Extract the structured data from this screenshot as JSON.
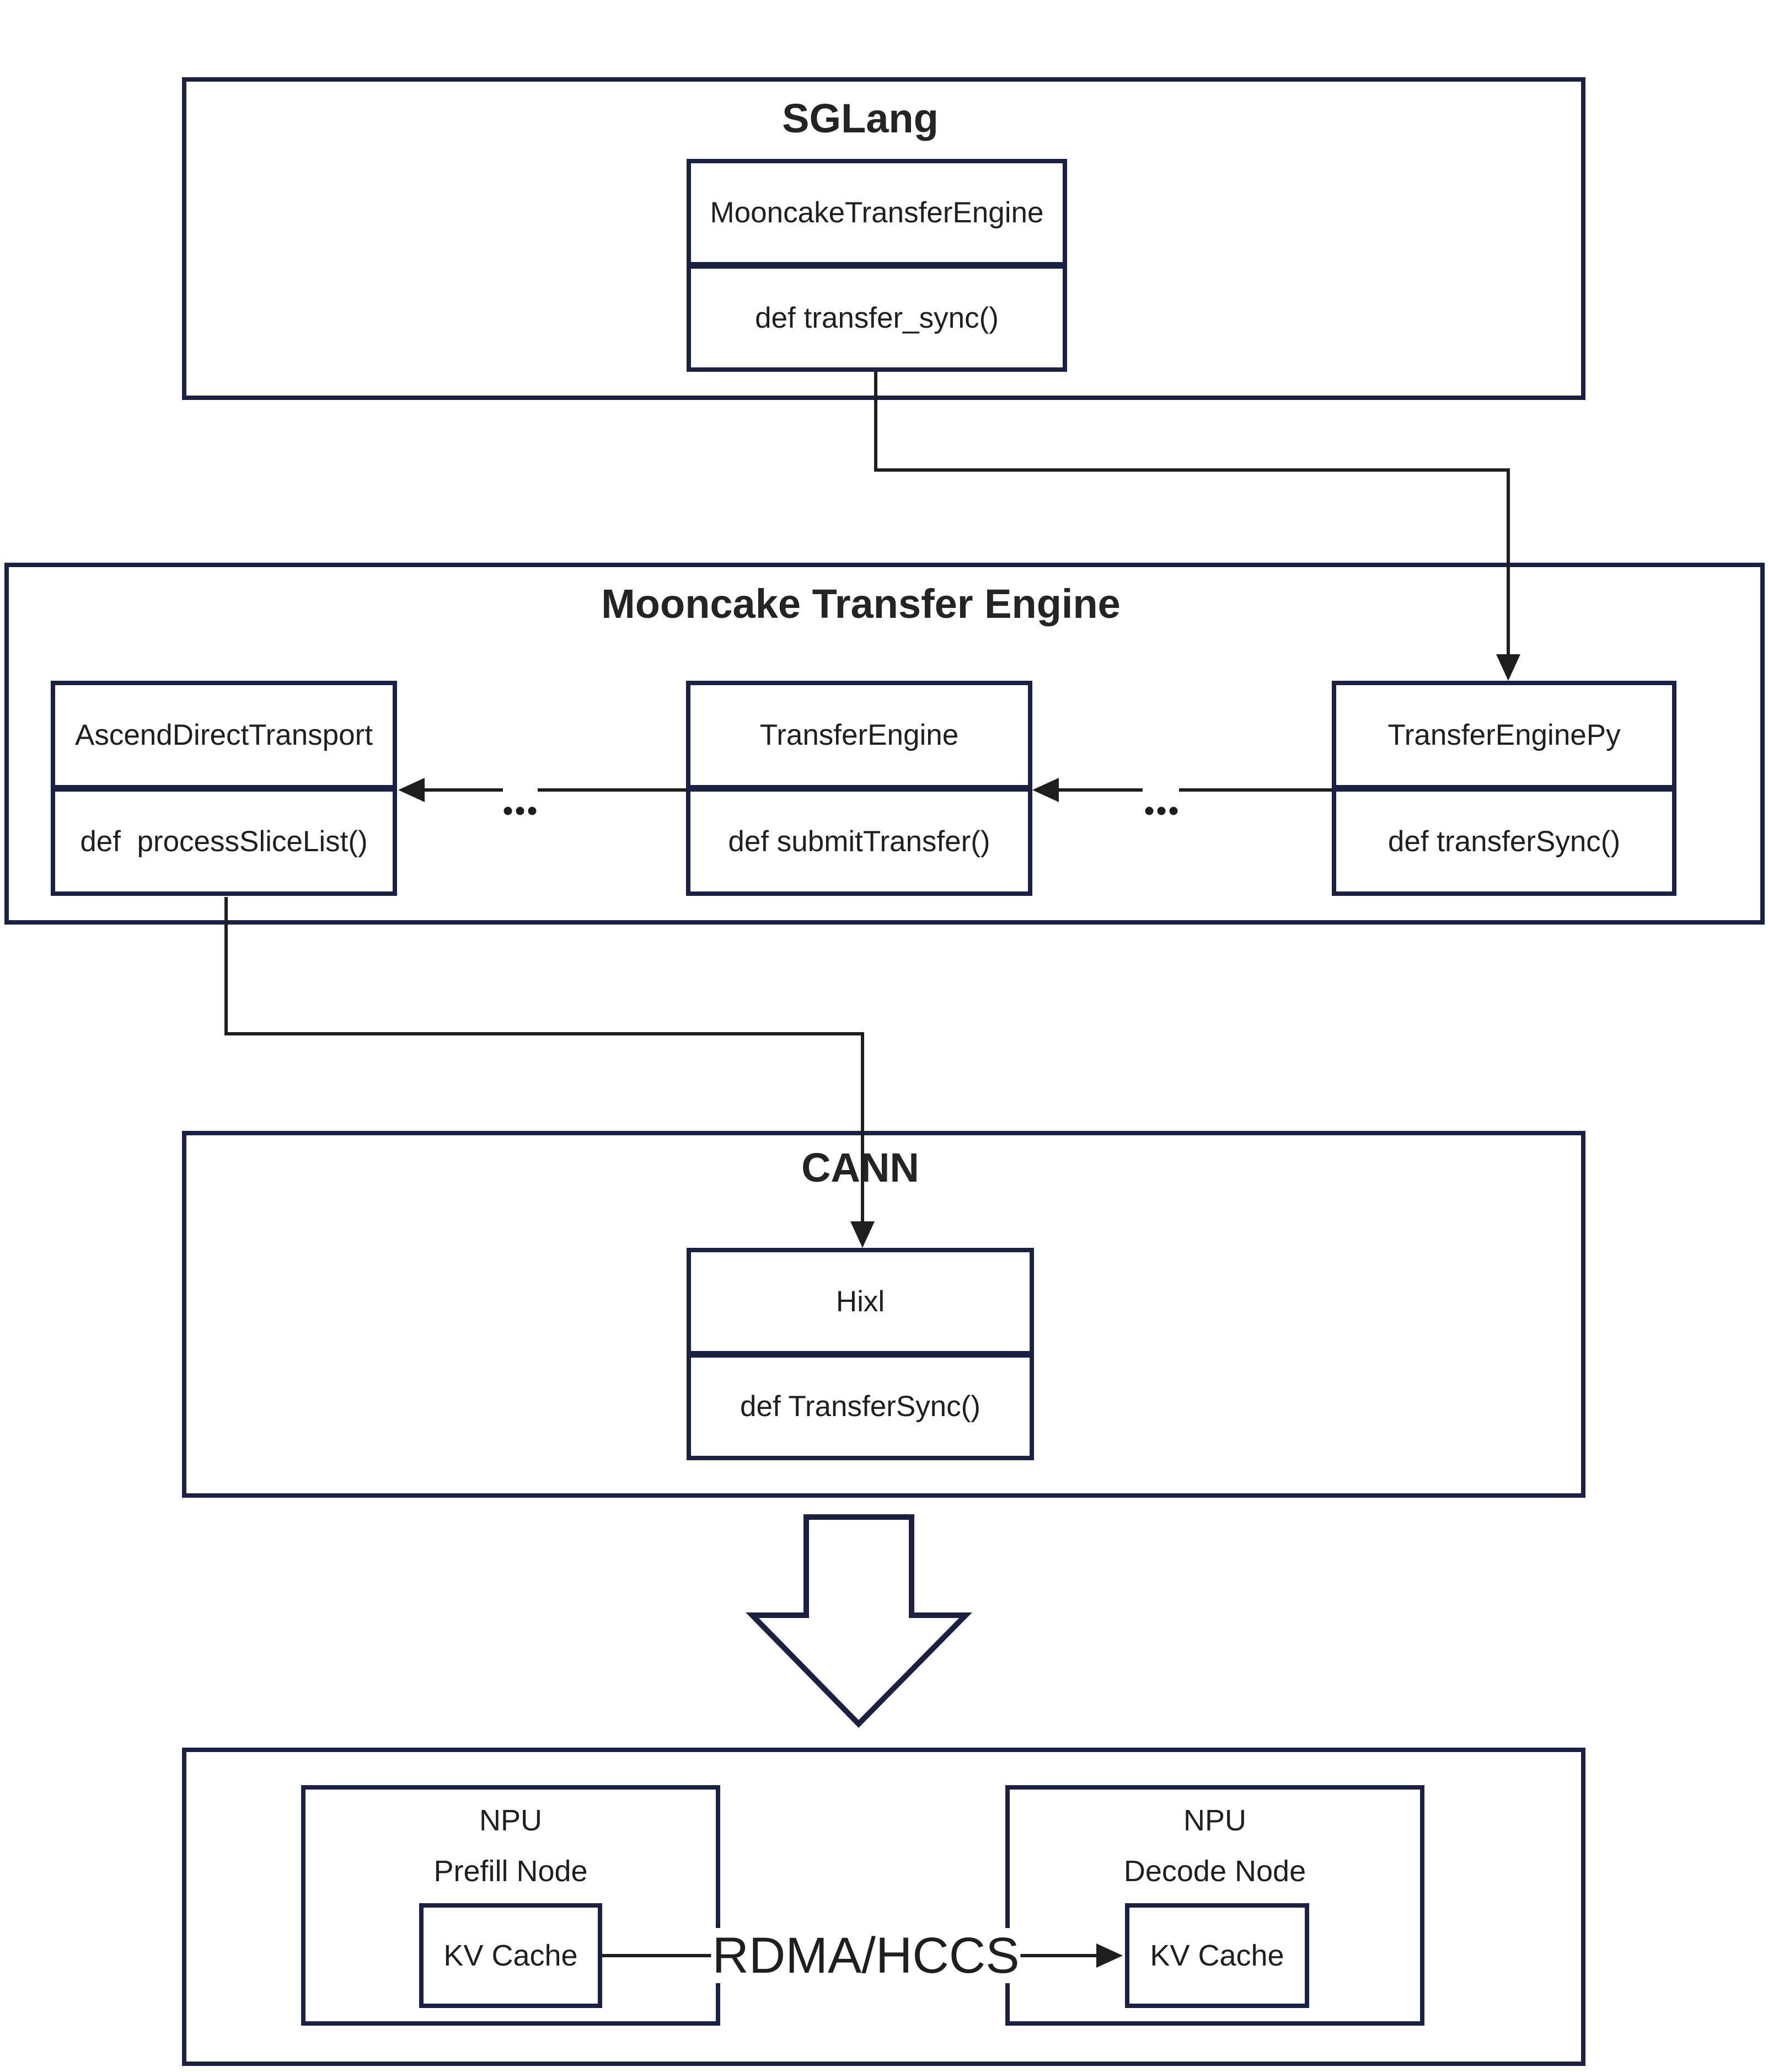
{
  "colors": {
    "border_navy": "#1a2144",
    "connector_black": "#1e1e1e",
    "text": "#1f1f1f",
    "background": "#ffffff"
  },
  "sglang": {
    "title": "SGLang",
    "class_box": {
      "name": "MooncakeTransferEngine",
      "method": "def transfer_sync()"
    }
  },
  "mooncake": {
    "title": "Mooncake Transfer Engine",
    "class_boxes": [
      {
        "name": "AscendDirectTransport",
        "method": "def  processSliceList()"
      },
      {
        "name": "TransferEngine",
        "method": "def submitTransfer()"
      },
      {
        "name": "TransferEnginePy",
        "method": "def transferSync()"
      }
    ],
    "ellipsis": "..."
  },
  "cann": {
    "title": "CANN",
    "class_box": {
      "name": "Hixl",
      "method": "def TransferSync()"
    }
  },
  "npu_cluster": {
    "prefill": {
      "title": "NPU",
      "subtitle": "Prefill Node",
      "cache_label": "KV Cache"
    },
    "decode": {
      "title": "NPU",
      "subtitle": "Decode Node",
      "cache_label": "KV Cache"
    },
    "link_label": "RDMA/HCCS"
  }
}
